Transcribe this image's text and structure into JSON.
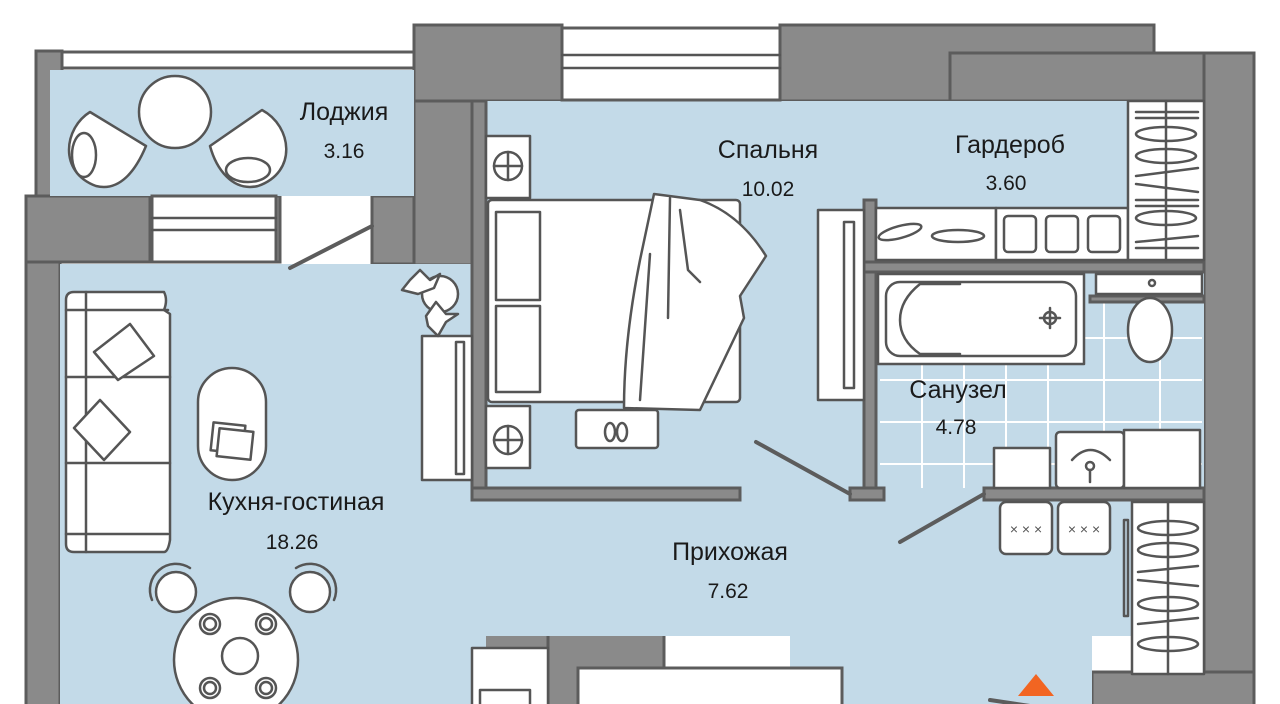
{
  "plan": {
    "colors": {
      "floor": "#c3dae8",
      "wall": "#8a8a8a",
      "wall_outline": "#5c5c5c",
      "furniture": "#ffffff",
      "entrance_marker": "#f26522"
    },
    "rooms": [
      {
        "id": "loggia",
        "name": "Лоджия",
        "area": "3.16"
      },
      {
        "id": "bedroom",
        "name": "Спальня",
        "area": "10.02"
      },
      {
        "id": "wardrobe",
        "name": "Гардероб",
        "area": "3.60"
      },
      {
        "id": "bathroom",
        "name": "Санузел",
        "area": "4.78"
      },
      {
        "id": "kitchen-living",
        "name": "Кухня-гостиная",
        "area": "18.26"
      },
      {
        "id": "hallway",
        "name": "Прихожая",
        "area": "7.62"
      }
    ],
    "entrance_icon": "entrance-arrow-icon"
  }
}
